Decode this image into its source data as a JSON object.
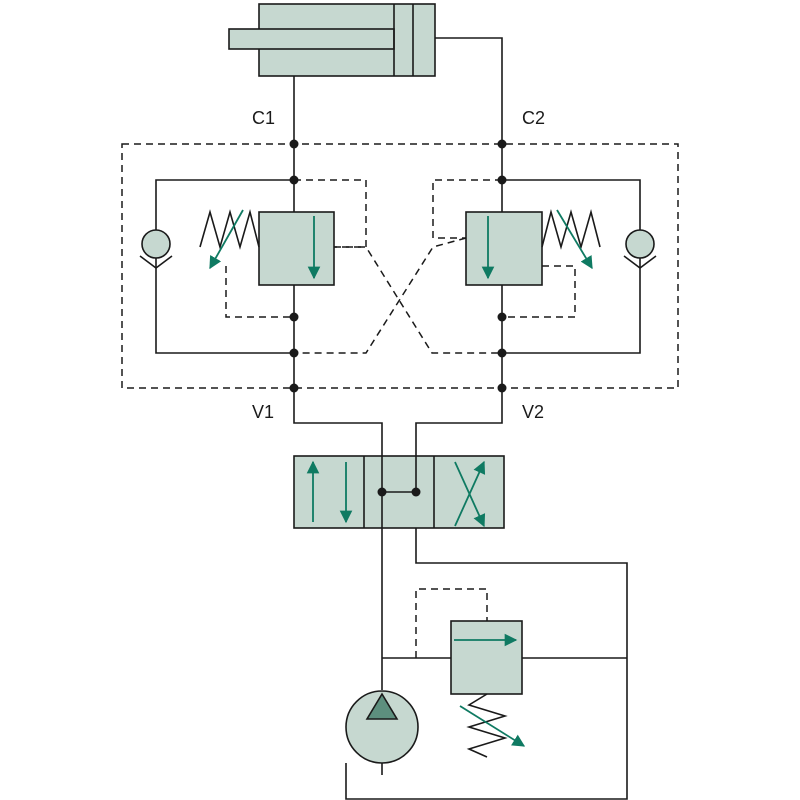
{
  "labels": {
    "c1": "C1",
    "c2": "C2",
    "v1": "V1",
    "v2": "V2"
  },
  "colors": {
    "component_fill": "#c6d8d0",
    "flow_arrow": "#0f7a62",
    "line": "#1a1a1a"
  }
}
